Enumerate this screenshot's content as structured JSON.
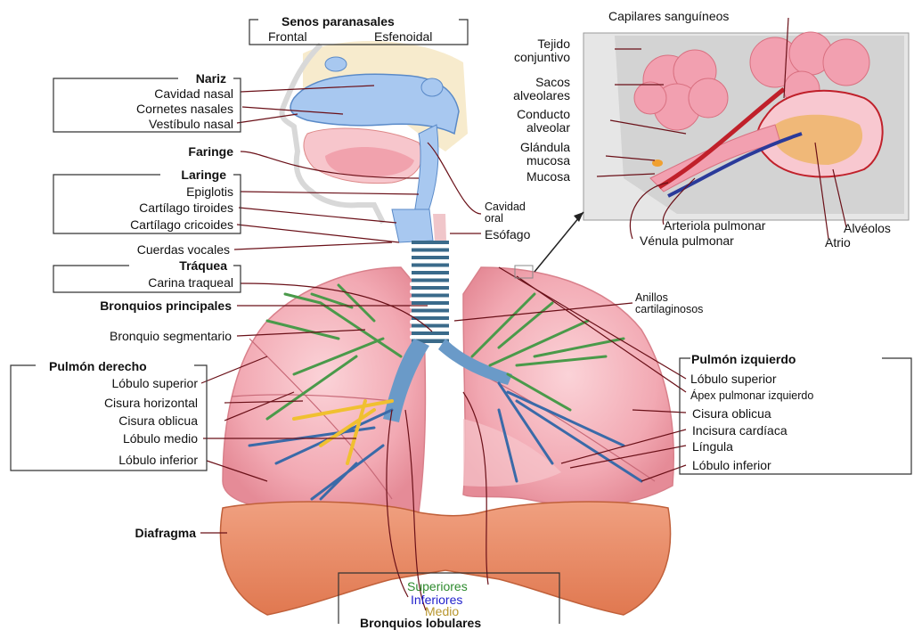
{
  "colors": {
    "lung": "#f2a9b3",
    "lung_dark": "#e07b86",
    "diaphragm": "#e8875f",
    "airway_blue": "#a8c8f0",
    "bronchi_green": "#4a9a4a",
    "bronchi_blue": "#3a6aa8",
    "middle_yellow": "#f0c030",
    "artery_red": "#c0202a",
    "vein_blue": "#2a3a9a",
    "alveoli_pink": "#f2a0b0",
    "leader_dark": "#6a1018"
  },
  "labels": {
    "senos_title": "Senos paranasales",
    "frontal": "Frontal",
    "esfenoidal": "Esfenoidal",
    "nariz": "Nariz",
    "cavidad_nasal": "Cavidad nasal",
    "cornetes_nasales": "Cornetes nasales",
    "vestibulo_nasal": "Vestíbulo nasal",
    "faringe": "Faringe",
    "laringe": "Laringe",
    "epiglotis": "Epiglotis",
    "cartilago_tiroides": "Cartílago tiroides",
    "cartilago_cricoides": "Cartílago cricoides",
    "cuerdas_vocales": "Cuerdas vocales",
    "traquea": "Tráquea",
    "carina": "Carina traqueal",
    "bronquios_principales": "Bronquios principales",
    "bronquio_segmentario": "Bronquio segmentario",
    "pulmon_derecho": "Pulmón derecho",
    "lobulo_superior_d": "Lóbulo superior",
    "cisura_horizontal": "Cisura horizontal",
    "cisura_oblicua_d": "Cisura oblicua",
    "lobulo_medio": "Lóbulo medio",
    "lobulo_inferior_d": "Lóbulo inferior",
    "diafragma": "Diafragma",
    "cavidad_oral_1": "Cavidad",
    "cavidad_oral_2": "oral",
    "esofago": "Esófago",
    "anillos_1": "Anillos",
    "anillos_2": "cartilaginosos",
    "pulmon_izquierdo": "Pulmón izquierdo",
    "lobulo_superior_i": "Lóbulo superior",
    "apex": "Ápex pulmonar izquierdo",
    "cisura_oblicua_i": "Cisura oblicua",
    "incisura": "Incisura cardíaca",
    "lingula": "Língula",
    "lobulo_inferior_i": "Lóbulo inferior",
    "superiores": "Superiores",
    "inferiores": "Inferiores",
    "medio": "Medio",
    "bronquios_lobulares": "Bronquios lobulares",
    "capilares": "Capilares sanguíneos",
    "tejido_1": "Tejido",
    "tejido_2": "conjuntivo",
    "sacos_1": "Sacos",
    "sacos_2": "alveolares",
    "conducto_1": "Conducto",
    "conducto_2": "alveolar",
    "glandula_1": "Glándula",
    "glandula_2": "mucosa",
    "mucosa": "Mucosa",
    "arteriola": "Arteriola pulmonar",
    "venula": "Vénula pulmonar",
    "alveolos": "Alvéolos",
    "atrio": "Atrio"
  }
}
